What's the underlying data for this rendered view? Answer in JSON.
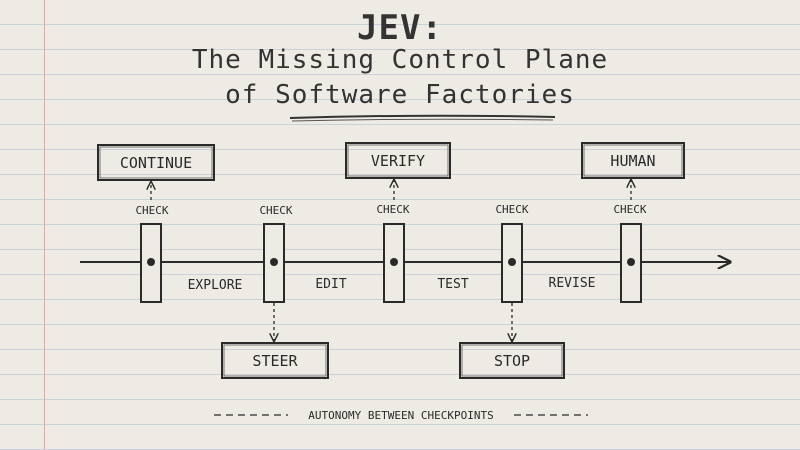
{
  "title": {
    "line1": "JEV:",
    "line2": "The Missing Control Plane",
    "line3": "of Software Factories"
  },
  "top_boxes": [
    "CONTINUE",
    "VERIFY",
    "HUMAN"
  ],
  "bottom_boxes": [
    "STEER",
    "STOP"
  ],
  "check_label": "CHECK",
  "stages": [
    "EXPLORE",
    "EDIT",
    "TEST",
    "REVISE"
  ],
  "footer": "AUTONOMY BETWEEN CHECKPOINTS",
  "colors": {
    "paper": "#eeebe4",
    "rule": "#c9d1db",
    "margin": "#e6a4a4",
    "ink": "#2a2a2a"
  }
}
